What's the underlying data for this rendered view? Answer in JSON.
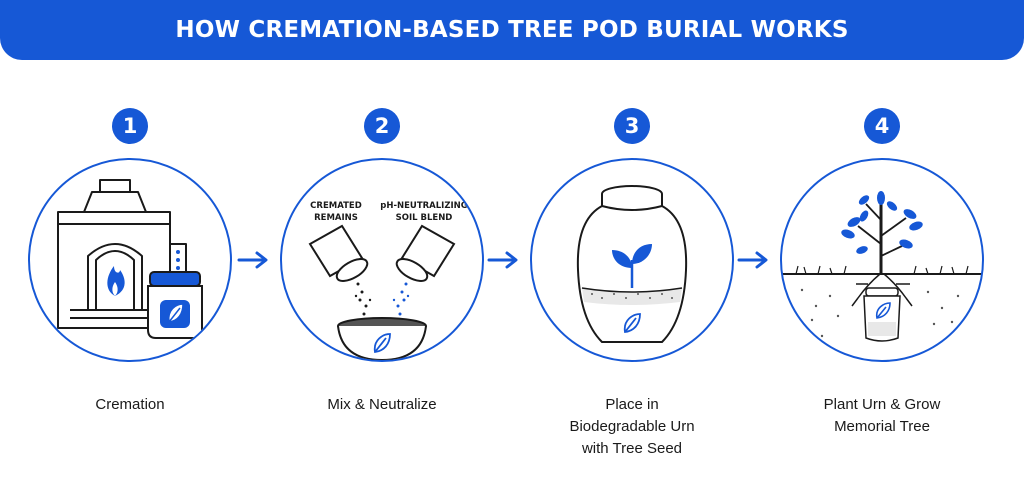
{
  "title": "HOW CREMATION-BASED TREE POD BURIAL WORKS",
  "steps": [
    {
      "number": "1",
      "caption": [
        "Cremation"
      ]
    },
    {
      "number": "2",
      "caption": [
        "Mix & Neutralize"
      ],
      "labels": [
        "CREMATED",
        "REMAINS",
        "pH-NEUTRALIZING",
        "SOIL BLEND"
      ]
    },
    {
      "number": "3",
      "caption": [
        "Place in",
        "Biodegradable Urn",
        "with Tree Seed"
      ]
    },
    {
      "number": "4",
      "caption": [
        "Plant Urn & Grow",
        "Memorial Tree"
      ]
    }
  ],
  "colors": {
    "accent": "#1658d6",
    "ink": "#1a1a1a"
  },
  "icons": [
    "cremation-furnace-icon",
    "ash-urn-icon",
    "mixing-bowl-icon",
    "biodegradable-urn-icon",
    "tree-icon",
    "arrow-right-icon"
  ]
}
